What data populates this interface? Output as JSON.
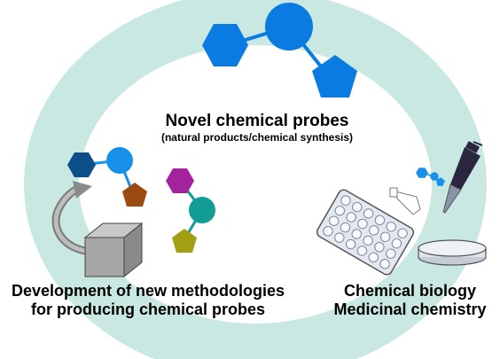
{
  "cycle": {
    "top": {
      "title": "Novel chemical probes",
      "subtitle": "(natural products/chemical synthesis)"
    },
    "left": {
      "line1": "Development of new methodologies",
      "line2": "for producing chemical probes"
    },
    "right": {
      "line1": "Chemical biology",
      "line2": "Medicinal chemistry"
    }
  },
  "colors": {
    "ring": "#c9e8e2",
    "probe_top": "#0a7be0",
    "probe_left_hexagon": "#0c4f8a",
    "probe_left_circle": "#1790ea",
    "probe_left_pentagon": "#9b4a12",
    "probe_mid_hexagon": "#a2239b",
    "probe_mid_circle": "#119c95",
    "probe_mid_pentagon": "#a2a012",
    "cube": "#a6a6a6",
    "plate": "#e3e8f0",
    "dish": "#dfe3ea",
    "pipette": "#2a2640"
  },
  "icons": [
    "probe-molecule-icon",
    "cube-icon",
    "curved-arrow-icon",
    "well-plate-icon",
    "petri-dish-icon",
    "pipette-icon",
    "tube-icon"
  ]
}
